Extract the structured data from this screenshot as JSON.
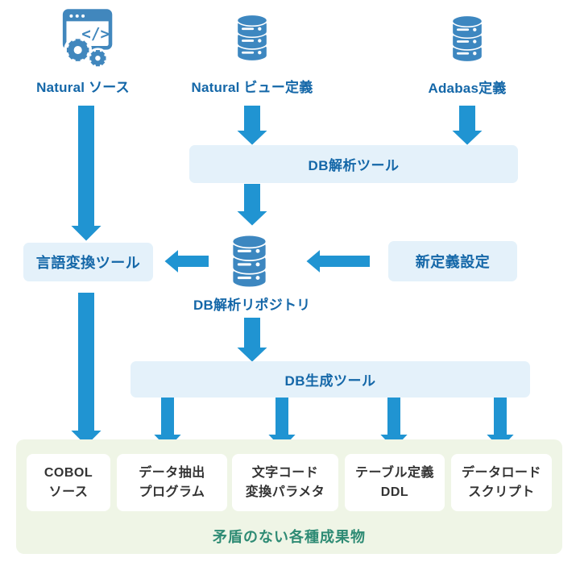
{
  "palette": {
    "arrow_blue": "#2094d2",
    "icon_blue": "#3d87c0",
    "box_bg": "#e4f1fa",
    "label_blue": "#1467a8",
    "green_bg": "#eff5e6",
    "green_text": "#2e8b74",
    "card_text": "#333333"
  },
  "sources": {
    "natural_source": {
      "label": "Natural ソース",
      "icon": "code-window-gears-icon"
    },
    "natural_view": {
      "label": "Natural ビュー定義",
      "icon": "database-icon"
    },
    "adabas": {
      "label": "Adabas定義",
      "icon": "database-icon"
    }
  },
  "tools": {
    "db_analysis_tool": {
      "label": "DB解析ツール"
    },
    "language_conversion_tool": {
      "label": "言語変換ツール"
    },
    "new_definition_settings": {
      "label": "新定義設定"
    },
    "db_generation_tool": {
      "label": "DB生成ツール"
    }
  },
  "repository": {
    "label": "DB解析リポジトリ",
    "icon": "database-icon"
  },
  "outputs": {
    "items": [
      {
        "line1": "COBOL",
        "line2": "ソース"
      },
      {
        "line1": "データ抽出",
        "line2": "プログラム"
      },
      {
        "line1": "文字コード",
        "line2": "変換パラメタ"
      },
      {
        "line1": "テーブル定義",
        "line2": "DDL"
      },
      {
        "line1": "データロード",
        "line2": "スクリプト"
      }
    ],
    "caption": "矛盾のない各種成果物"
  }
}
